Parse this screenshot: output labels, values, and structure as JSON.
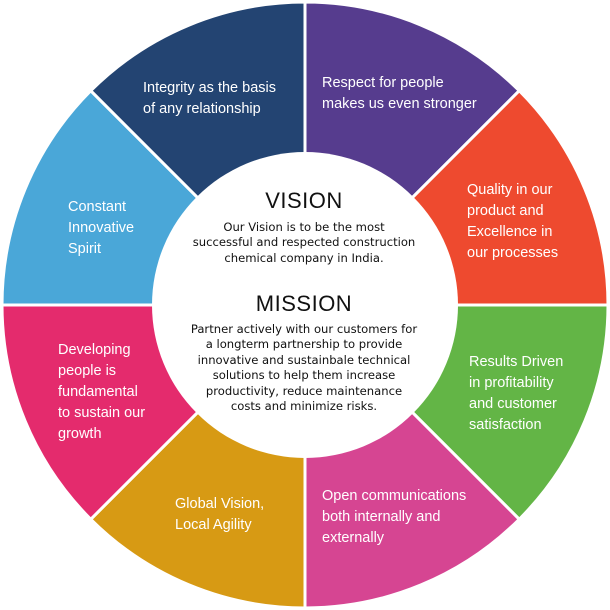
{
  "wheel": {
    "segments": [
      {
        "text": "Respect for people\nmakes us even stronger",
        "color": "#563c8e"
      },
      {
        "text": "Quality in our\nproduct and\nExcellence in\nour processes",
        "color": "#ee4a2f"
      },
      {
        "text": "Results Driven\nin profitability\nand customer\nsatisfaction",
        "color": "#63b546"
      },
      {
        "text": "Open communications\nboth internally and\nexternally",
        "color": "#d64592"
      },
      {
        "text": "Global Vision,\nLocal Agility",
        "color": "#d79a14"
      },
      {
        "text": "Developing\npeople is\nfundamental\nto sustain our\ngrowth",
        "color": "#e42b6d"
      },
      {
        "text": "Constant\nInnovative\nSpirit",
        "color": "#4aa7d8"
      },
      {
        "text": "Integrity as the basis\nof any relationship",
        "color": "#234472"
      }
    ]
  },
  "center": {
    "vision_title": "VISION",
    "vision_text": "Our Vision is to be the most\nsuccessful and respected construction\nchemical  company in India.",
    "mission_title": "MISSION",
    "mission_text": "Partner actively with our customers for\na longterm partnership to provide\ninnovative and sustainbale technical\nsolutions to help them increase\nproductivity, reduce maintenance\ncosts and minimize risks."
  }
}
